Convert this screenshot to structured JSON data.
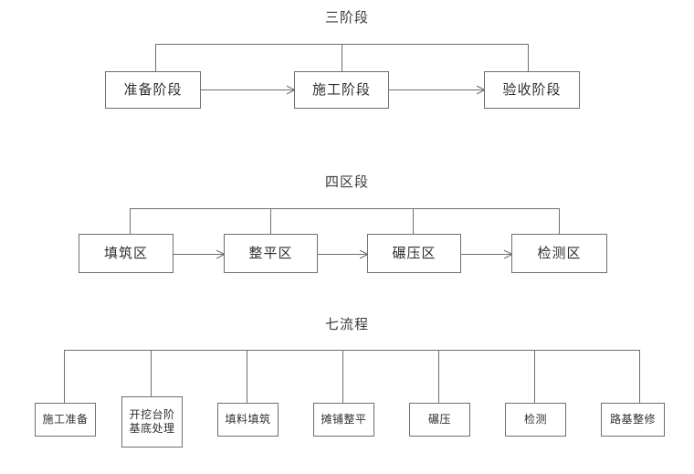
{
  "diagram": {
    "title_color": "#3a3a3a",
    "line_color": "#6f6f6f",
    "background": "#ffffff",
    "sections": [
      {
        "id": "three-stages",
        "title": "三阶段",
        "nodes": [
          {
            "label": "准备阶段"
          },
          {
            "label": "施工阶段"
          },
          {
            "label": "验收阶段"
          }
        ]
      },
      {
        "id": "four-zones",
        "title": "四区段",
        "nodes": [
          {
            "label": "填筑区"
          },
          {
            "label": "整平区"
          },
          {
            "label": "碾压区"
          },
          {
            "label": "检测区"
          }
        ]
      },
      {
        "id": "seven-processes",
        "title": "七流程",
        "nodes": [
          {
            "label": "施工准备"
          },
          {
            "label_line1": "开挖台阶",
            "label_line2": "基底处理"
          },
          {
            "label": "填料填筑"
          },
          {
            "label": "摊铺整平"
          },
          {
            "label": "碾压"
          },
          {
            "label": "检测"
          },
          {
            "label": "路基整修"
          }
        ]
      }
    ]
  }
}
